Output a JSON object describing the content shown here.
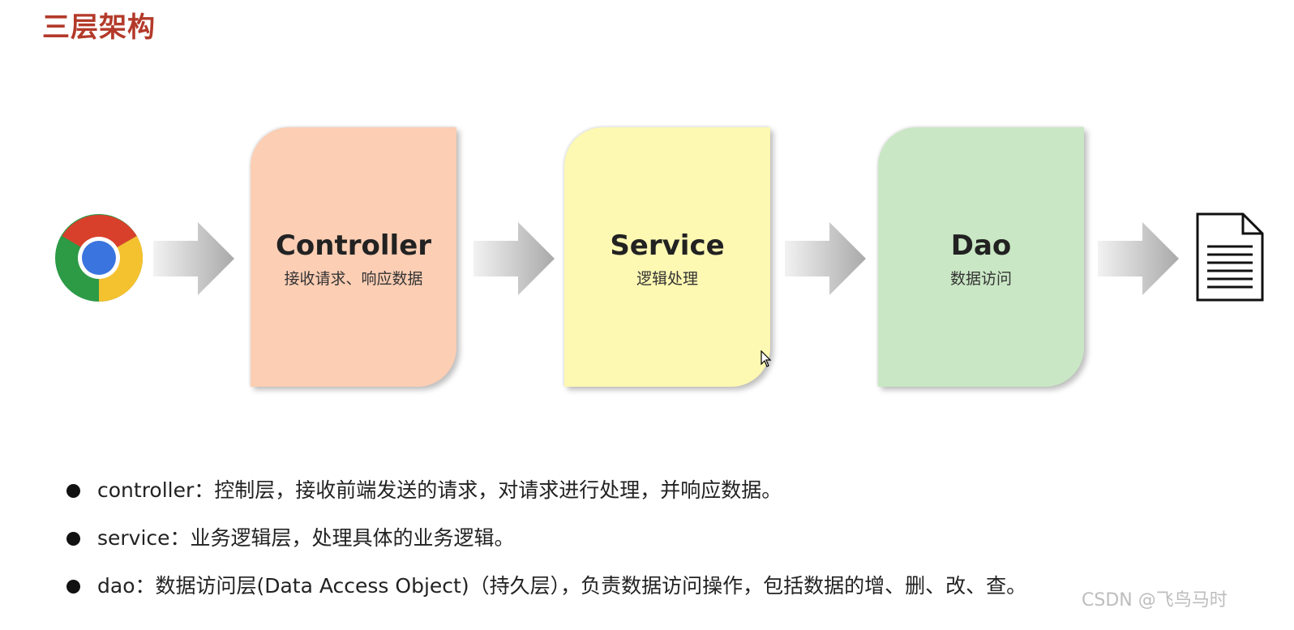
{
  "title": "三层架构",
  "icons": {
    "browser": "chrome-browser-icon",
    "arrow": "right-arrow-icon",
    "document": "document-icon",
    "cursor": "mouse-cursor-icon"
  },
  "layers": [
    {
      "name": "Controller",
      "desc": "接收请求、响应数据",
      "color": "#fcceb4"
    },
    {
      "name": "Service",
      "desc": "逻辑处理",
      "color": "#fdf8b2"
    },
    {
      "name": "Dao",
      "desc": "数据访问",
      "color": "#c9e7c4"
    }
  ],
  "bullets": [
    "controller：控制层，接收前端发送的请求，对请求进行处理，并响应数据。",
    "service：业务逻辑层，处理具体的业务逻辑。",
    "dao：数据访问层(Data Access Object)（持久层），负责数据访问操作，包括数据的增、删、改、查。"
  ],
  "watermark": "CSDN @飞鸟马时"
}
